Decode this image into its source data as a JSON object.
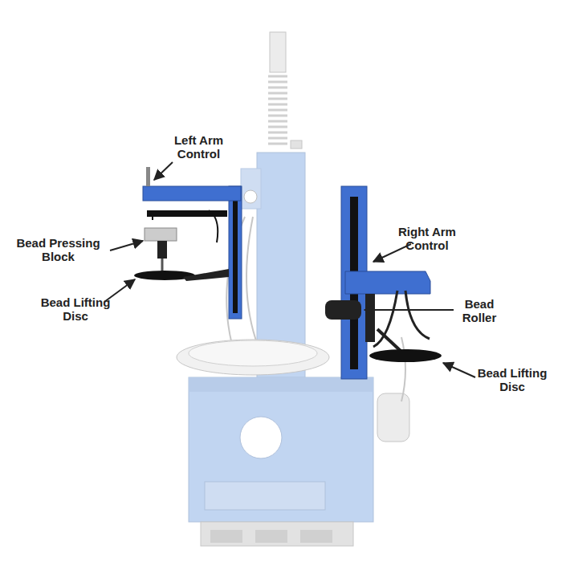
{
  "diagram": {
    "labels": [
      "Left Arm Control",
      "Bead Pressing Block",
      "Bead Lifting Disc",
      "Right Arm Control",
      "Bead Roller",
      "Bead Lifting Disc"
    ]
  }
}
